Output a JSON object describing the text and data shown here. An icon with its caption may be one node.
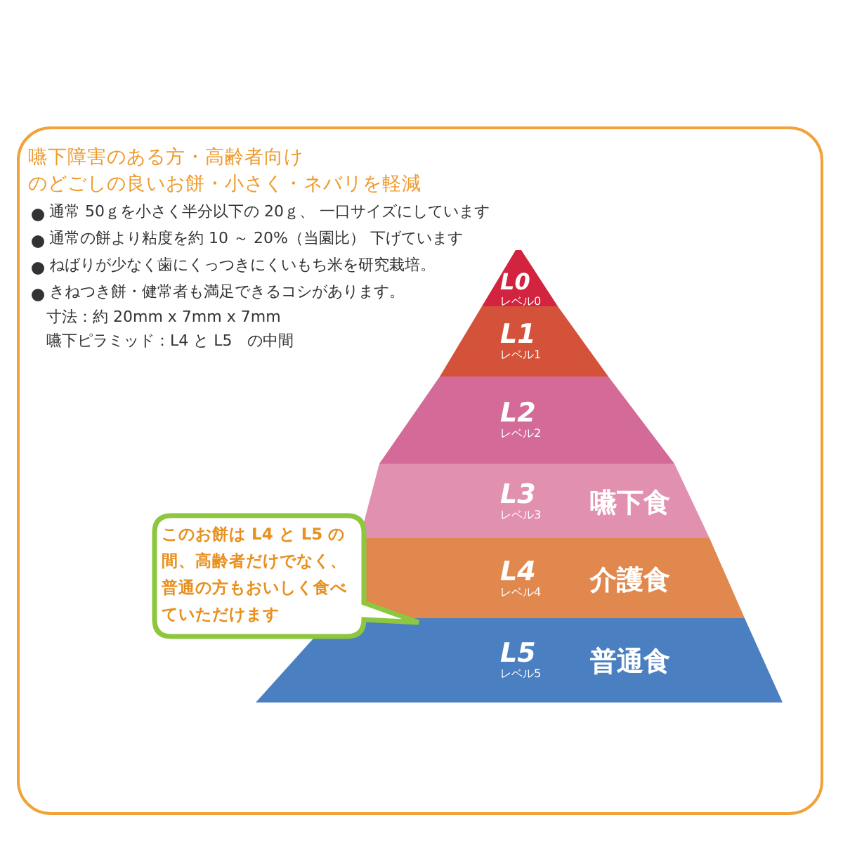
{
  "diagram": {
    "nodes": [
      {
        "text": [
          "L0",
          "レベル0"
        ]
      },
      {
        "text": [
          "L1",
          "レベル1"
        ]
      },
      {
        "text": [
          "L2",
          "レベル2"
        ]
      },
      {
        "text": [
          "L3",
          "レベル3",
          "嚥下食"
        ]
      },
      {
        "text": [
          "L4",
          "レベル4",
          "介護食"
        ]
      },
      {
        "text": [
          "L5",
          "レベル5",
          "普通食"
        ]
      },
      {
        "text": [
          "このお餅は L4 と L5 の間、高齢者だけでなく、普通の方もおいしく食べていただけます"
        ]
      }
    ],
    "labels": [
      "嚥下障害のある方・高齢者向け",
      "のどごしの良いお餅・小さく・ネバリを軽減",
      "通常 50ｇを小さく半分以下の 20ｇ、 一口サイズにしています",
      "通常の餅より粘度を約 10 ～ 20%（当園比） 下げています",
      "ねばりが少なく歯にくっつきにくいもち米を研究栽培。",
      "きねつき餅・健常者も満足できるコシがあります。",
      "寸法：約 20mm x 7mm x 7mm",
      "嚥下ピラミッド：L4 と L5　の中間"
    ]
  }
}
